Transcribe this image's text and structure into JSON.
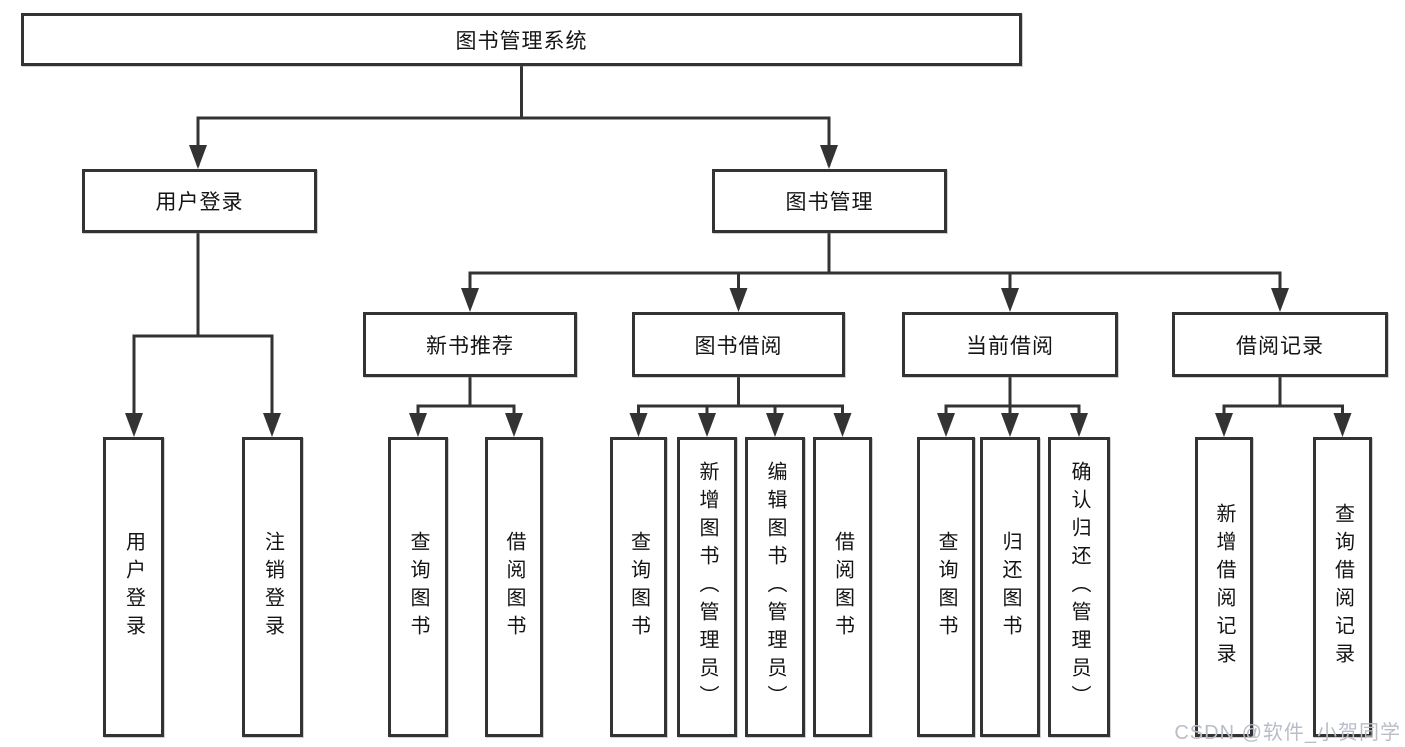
{
  "diagram": {
    "title_node": {
      "label": "图书管理系统"
    },
    "branches": [
      {
        "label": "用户登录",
        "children": [
          {
            "label": "用户登录"
          },
          {
            "label": "注销登录"
          }
        ]
      },
      {
        "label": "图书管理",
        "children": [
          {
            "label": "新书推荐",
            "children": [
              {
                "label": "查询图书"
              },
              {
                "label": "借阅图书"
              }
            ]
          },
          {
            "label": "图书借阅",
            "children": [
              {
                "label": "查询图书"
              },
              {
                "label": "新增图书（管理员）"
              },
              {
                "label": "编辑图书（管理员）"
              },
              {
                "label": "借阅图书"
              }
            ]
          },
          {
            "label": "当前借阅",
            "children": [
              {
                "label": "查询图书"
              },
              {
                "label": "归还图书"
              },
              {
                "label": "确认归还（管理员）"
              }
            ]
          },
          {
            "label": "借阅记录",
            "children": [
              {
                "label": "新增借阅记录"
              },
              {
                "label": "查询借阅记录"
              }
            ]
          }
        ]
      }
    ],
    "colors": {
      "line": "#333333",
      "box_fill": "#ffffff",
      "text": "#141414",
      "watermark": "#b9bdc8"
    }
  },
  "watermark": {
    "text": "CSDN @软件_小贺同学"
  }
}
